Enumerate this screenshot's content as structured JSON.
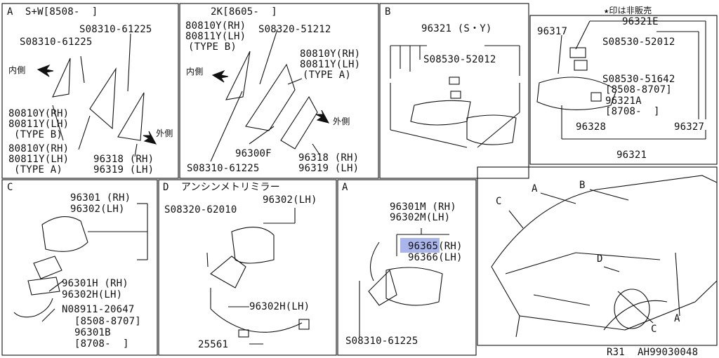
{
  "panels": {
    "p1": {
      "header": "A  S+W[8508-  ]",
      "top_bolt": "S08310-61225",
      "left_bolt": "S08310-61225",
      "inside": "内側",
      "outside": "外側",
      "part_b": [
        "80810Y(RH)",
        "80811Y(LH)",
        "(TYPE B)"
      ],
      "part_a": [
        "80810Y(RH)",
        "80811Y(LH)",
        "(TYPE A)"
      ],
      "cover": [
        "96318 (RH)",
        "96319 (LH)"
      ]
    },
    "p2": {
      "header": "2K[8605-  ]",
      "part_b": [
        "80810Y(RH)",
        "80811Y(LH)",
        "(TYPE B)"
      ],
      "bolt_top": "S08320-51212",
      "part_a": [
        "80810Y(RH)",
        "80811Y(LH)",
        "(TYPE A)"
      ],
      "inside": "内側",
      "outside": "外側",
      "part_f": "96300F",
      "cover": [
        "96318 (RH)",
        "96319 (LH)"
      ],
      "bolt_bottom": "S08310-61225"
    },
    "p3": {
      "header": "B",
      "assy": "96321 (S・Y)",
      "bolt": "S08530-52012"
    },
    "p4": {
      "legend": "★印は非販売",
      "p96317": "96317",
      "p96321E": "96321E",
      "bolt1": "S08530-52012",
      "bolt2": "S08530-51642",
      "bolt2_date": "[8508-8707]",
      "p96321A": "96321A",
      "p96321A_date": "[8708-  ]",
      "p96328": "96328",
      "p96327": "96327",
      "p96321": "96321"
    },
    "p5": {
      "header": "C",
      "mirror": [
        "96301 (RH)",
        "96302(LH)"
      ],
      "base": [
        "96301H (RH)",
        "96302H(LH)"
      ],
      "nut": "N08911-20647",
      "nut_date": "[8508-8707]",
      "p96301B": "96301B",
      "p96301B_date": "[8708-  ]"
    },
    "p6": {
      "header": "D  アンシンメトリミラー",
      "bolt": "S08320-62010",
      "mirror": "96302(LH)",
      "base": "96302H(LH)",
      "harness": "25561"
    },
    "p7": {
      "header": "A",
      "mirror": [
        "96301M (RH)",
        "96302M(LH)"
      ],
      "glass": [
        "96365(RH)",
        "96366(LH)"
      ],
      "bolt": "S08310-61225"
    },
    "p8": {
      "labels": [
        "A",
        "B",
        "C",
        "D",
        "C",
        "A"
      ]
    }
  },
  "footer": {
    "model": "R31",
    "code": "AH99030048"
  }
}
